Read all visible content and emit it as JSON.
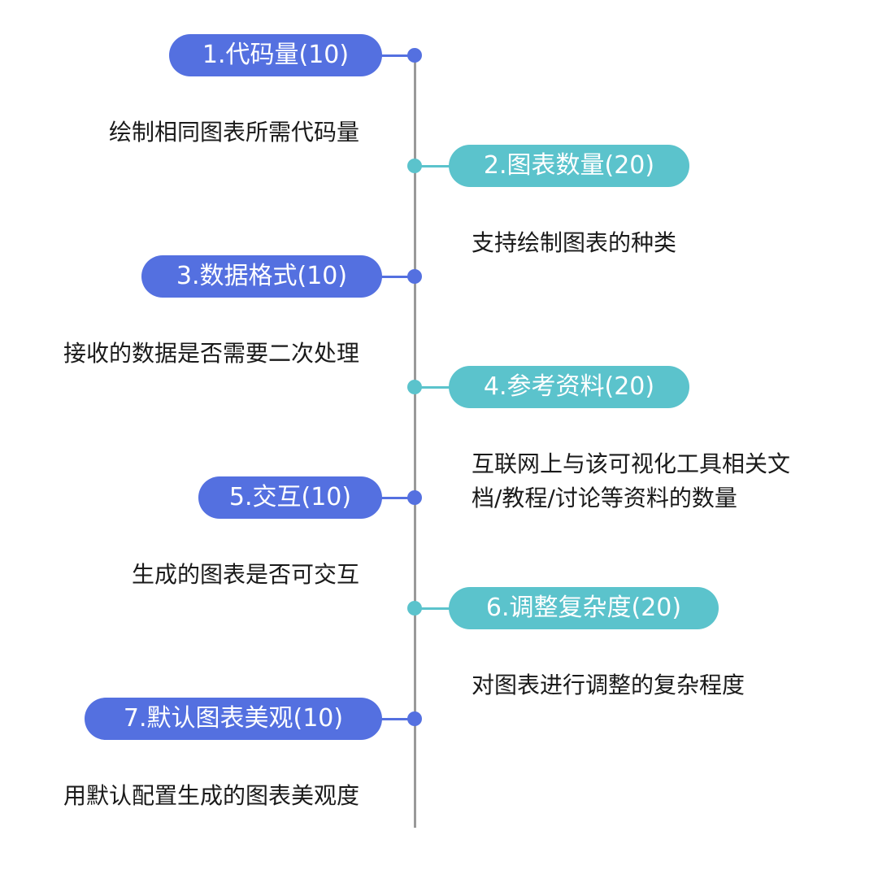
{
  "colors": {
    "left_accent": "#5470e0",
    "right_accent": "#5bc3cc",
    "axis": "#999999",
    "text": "#1a1a1a"
  },
  "items": [
    {
      "side": "left",
      "label": "1.代码量(10)",
      "desc": [
        "绘制相同图表所需代码量"
      ]
    },
    {
      "side": "right",
      "label": "2.图表数量(20)",
      "desc": [
        "支持绘制图表的种类"
      ]
    },
    {
      "side": "left",
      "label": "3.数据格式(10)",
      "desc": [
        "接收的数据是否需要二次处理"
      ]
    },
    {
      "side": "right",
      "label": "4.参考资料(20)",
      "desc": [
        "互联网上与该可视化工具相关文",
        "档/教程/讨论等资料的数量"
      ]
    },
    {
      "side": "left",
      "label": "5.交互(10)",
      "desc": [
        "生成的图表是否可交互"
      ]
    },
    {
      "side": "right",
      "label": "6.调整复杂度(20)",
      "desc": [
        "对图表进行调整的复杂程度"
      ]
    },
    {
      "side": "left",
      "label": "7.默认图表美观(10)",
      "desc": [
        "用默认配置生成的图表美观度"
      ]
    }
  ]
}
